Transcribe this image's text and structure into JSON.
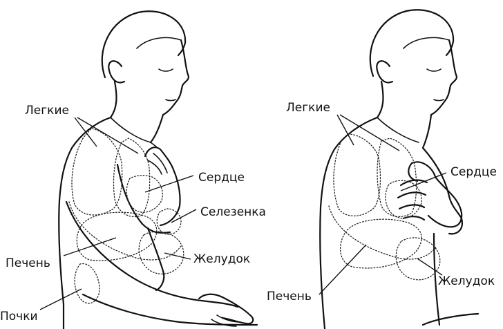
{
  "figures": [
    {
      "labels": {
        "lungs": "Легкие",
        "heart": "Сердце",
        "spleen": "Селезенка",
        "liver": "Печень",
        "stomach": "Желудок",
        "kidneys": "Почки"
      }
    },
    {
      "labels": {
        "lungs": "Легкие",
        "heart": "Сердце",
        "liver": "Печень",
        "stomach": "Желудок"
      }
    }
  ]
}
